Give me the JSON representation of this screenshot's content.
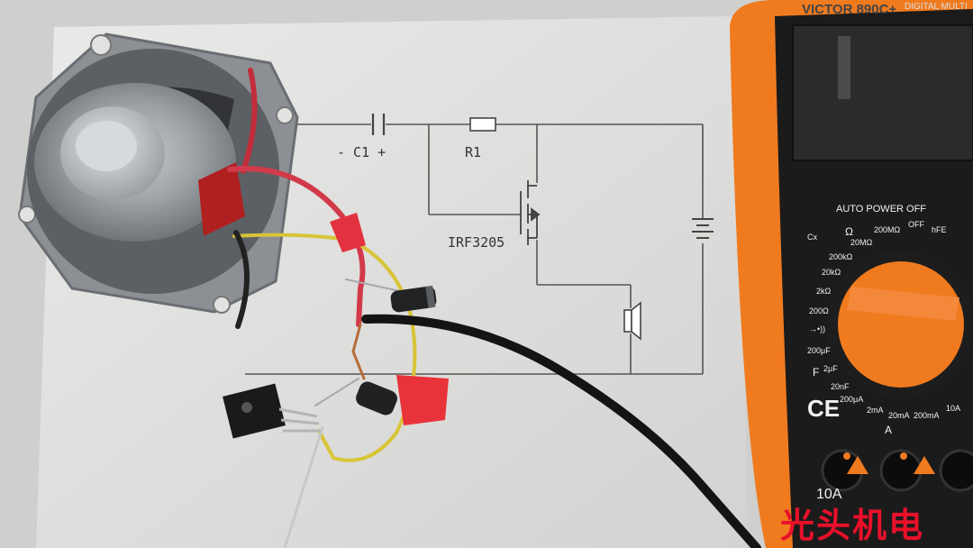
{
  "schematic": {
    "capacitor_label": "- C1  +",
    "resistor_label": "R1",
    "transistor_label": "IRF3205"
  },
  "multimeter": {
    "brand_text": "VICTOR 890C+",
    "subtitle": "DIGITAL MULTI",
    "mode_text": "AUTO POWER OFF",
    "ranges": {
      "cx": "Cx",
      "ohm": "Ω",
      "r200m": "200MΩ",
      "off": "OFF",
      "hfe": "hFE",
      "r20m": "20MΩ",
      "r200k": "200kΩ",
      "r20k": "20kΩ",
      "r2k": "2kΩ",
      "r200": "200Ω",
      "diode": "→•))",
      "c200u": "200μF",
      "f": "F",
      "c2u": "2μF",
      "c20n": "20nF",
      "a200u": "200μA",
      "a2m": "2mA",
      "a20m": "20mA",
      "a200m": "200mA",
      "a10": "10A",
      "a": "A",
      "ce": "CE",
      "jack_10a": "10A"
    }
  },
  "watermark": "光头机电",
  "colors": {
    "paper": "#e6e6e4",
    "meter_orange": "#f07a1e",
    "meter_body": "#1b1b1b",
    "wire_red": "#d23a4a",
    "wire_yellow": "#d8c437",
    "watermark": "#e8102a"
  },
  "icons": [
    "speaker-icon",
    "battery-icon",
    "capacitor-icon",
    "resistor-icon",
    "mosfet-icon",
    "warning-icon"
  ]
}
